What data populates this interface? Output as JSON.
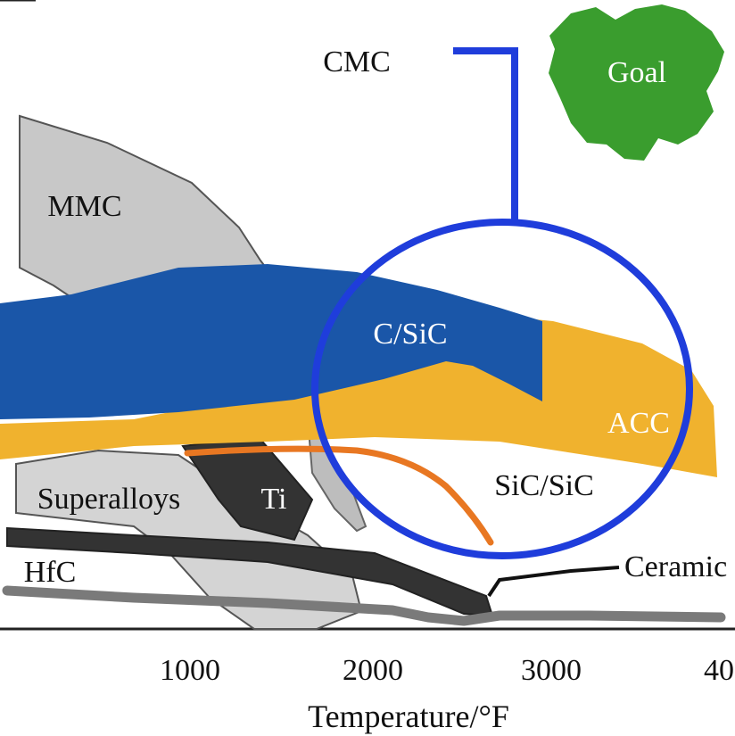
{
  "chart_data": {
    "type": "area",
    "xlabel": "Temperature/°F",
    "ylabel": "",
    "x_ticks": [
      "1000",
      "2000",
      "3000",
      "40"
    ],
    "regions": [
      {
        "name": "MMC",
        "color": "#c8c8c8"
      },
      {
        "name": "C/SiC",
        "color": "#1a56a8"
      },
      {
        "name": "ACC",
        "color": "#f0b22e"
      },
      {
        "name": "SiC/SiC",
        "color": "#e87722"
      },
      {
        "name": "Superalloys",
        "color": "#d4d4d4"
      },
      {
        "name": "Ti",
        "color": "#333333"
      },
      {
        "name": "HfC",
        "color": "#7a7a7a"
      },
      {
        "name": "Ceramic",
        "color": "#333333"
      }
    ],
    "annotations": {
      "cmc": "CMC",
      "goal": "Goal",
      "ceramic": "Ceramic"
    },
    "colors": {
      "cmc_outline": "#1f3ddb",
      "goal": "#3a9d2e"
    }
  }
}
